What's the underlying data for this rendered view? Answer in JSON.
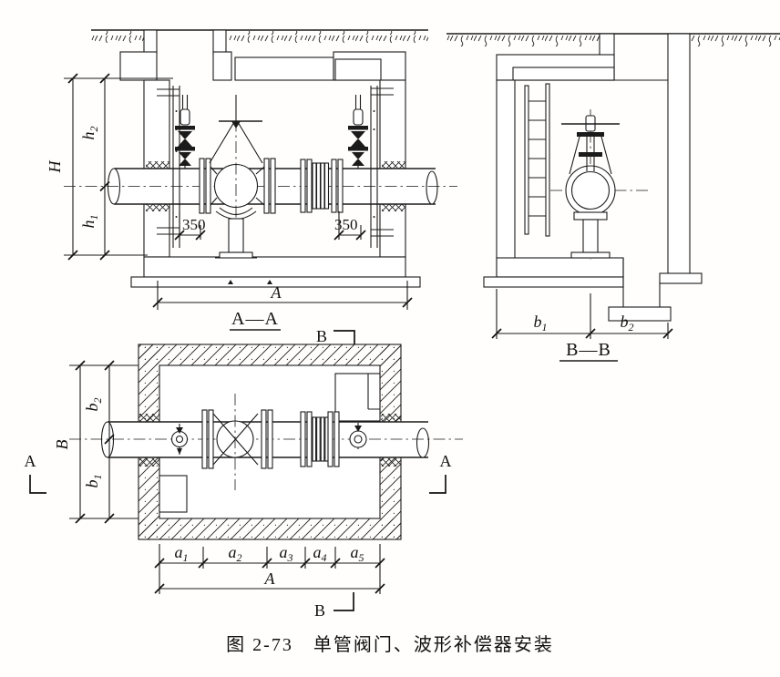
{
  "caption": "图 2-73　单管阀门、波形补偿器安装",
  "views": {
    "section_aa": {
      "title": "A—A"
    },
    "section_bb": {
      "title": "B—B"
    }
  },
  "dimensions": {
    "H": "H",
    "h1": {
      "base": "h",
      "sub": "1"
    },
    "h2": {
      "base": "h",
      "sub": "2"
    },
    "A": "A",
    "B": "B",
    "b1": {
      "base": "b",
      "sub": "1"
    },
    "b2": {
      "base": "b",
      "sub": "2"
    },
    "a1": {
      "base": "a",
      "sub": "1"
    },
    "a2": {
      "base": "a",
      "sub": "2"
    },
    "a3": {
      "base": "a",
      "sub": "3"
    },
    "a4": {
      "base": "a",
      "sub": "4"
    },
    "a5": {
      "base": "a",
      "sub": "5"
    },
    "offset_left": "350",
    "offset_right": "350"
  },
  "section_marks": {
    "A": "A",
    "B": "B"
  }
}
